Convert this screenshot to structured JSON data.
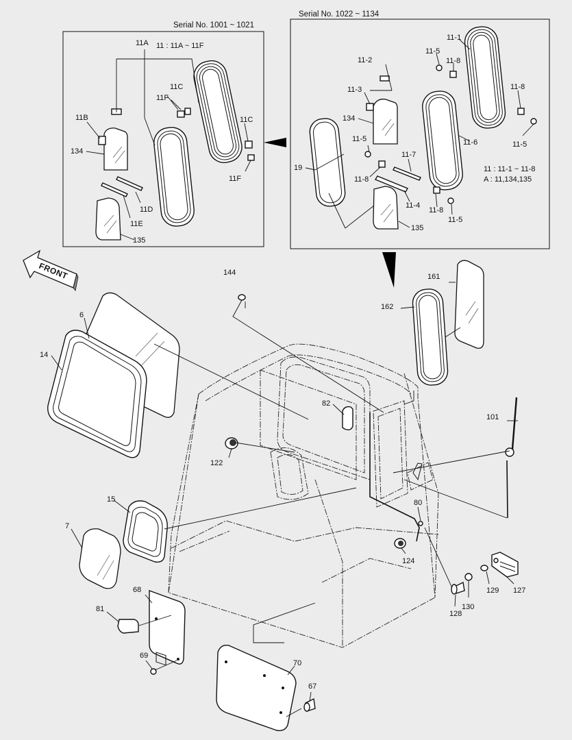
{
  "serial_left": "Serial No. 1001 ~ 1021",
  "serial_right": "Serial No. 1022 ~ 1134",
  "front_label": "FRONT",
  "note_left": "11 : 11A ~ 11F",
  "note_right_1": "11 : 11-1 ~ 11-8",
  "note_right_2": "A : 11,134,135",
  "labels": {
    "l11A": "11A",
    "l11B": "11B",
    "l11C_a": "11C",
    "l11C_b": "11C",
    "l11F_a": "11F",
    "l11F_b": "11F",
    "l11D": "11D",
    "l11E": "11E",
    "l134_a": "134",
    "l135_a": "135",
    "l11_1": "11-1",
    "l11_2": "11-2",
    "l11_3": "11-3",
    "l11_4": "11-4",
    "l11_5_a": "11-5",
    "l11_5_b": "11-5",
    "l11_5_c": "11-5",
    "l11_5_d": "11-5",
    "l11_6": "11-6",
    "l11_7": "11-7",
    "l11_8_a": "11-8",
    "l11_8_b": "11-8",
    "l11_8_c": "11-8",
    "l11_8_d": "11-8",
    "l134_b": "134",
    "l135_b": "135",
    "l19": "19",
    "l144": "144",
    "l161": "161",
    "l162": "162",
    "l6": "6",
    "l14": "14",
    "l82": "82",
    "l101": "101",
    "l122": "122",
    "l15": "15",
    "l7": "7",
    "l80": "80",
    "l124": "124",
    "l68": "68",
    "l81": "81",
    "l69": "69",
    "l70": "70",
    "l67": "67",
    "l128": "128",
    "l130": "130",
    "l129": "129",
    "l127": "127"
  }
}
